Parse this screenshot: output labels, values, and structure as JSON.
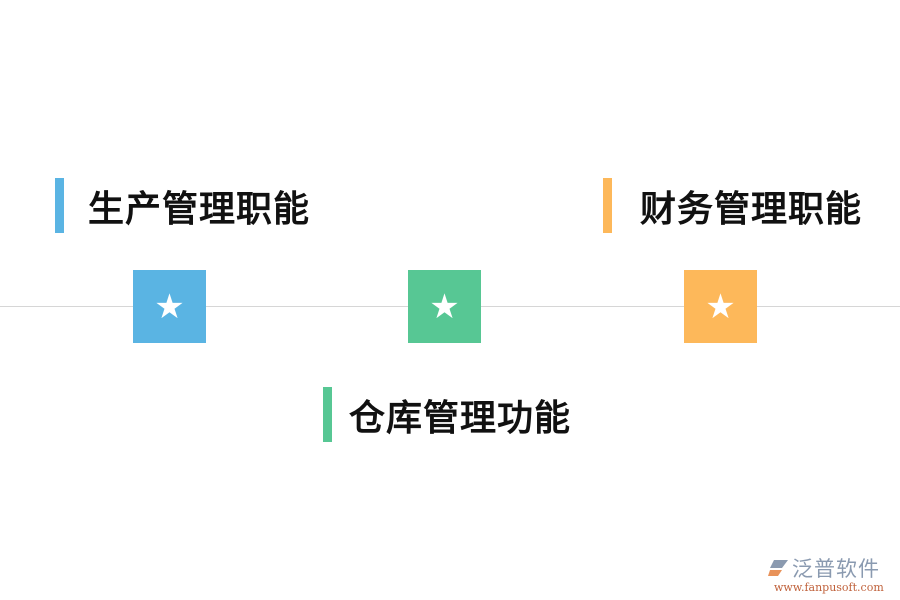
{
  "colors": {
    "blue": "#5ab4e3",
    "green": "#57c794",
    "orange": "#fdb85a",
    "axis": "#d6d6d6"
  },
  "nodes": [
    {
      "id": "production",
      "label": "生产管理职能",
      "color": "blue",
      "icon": "star-icon",
      "position": "top"
    },
    {
      "id": "warehouse",
      "label": "仓库管理功能",
      "color": "green",
      "icon": "star-icon",
      "position": "bottom"
    },
    {
      "id": "finance",
      "label": "财务管理职能",
      "color": "orange",
      "icon": "star-icon",
      "position": "top"
    }
  ],
  "star_glyph": "★",
  "logo": {
    "name": "泛普软件",
    "url": "www.fanpusoft.com"
  }
}
